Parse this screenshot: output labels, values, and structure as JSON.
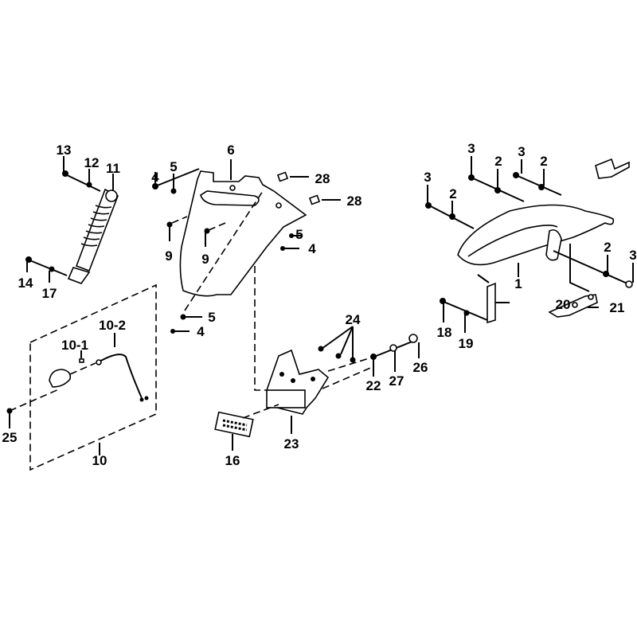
{
  "diagram": {
    "title": "Rear fender / front fender exploded parts view",
    "callouts": [
      "13",
      "12",
      "11",
      "14",
      "17",
      "6",
      "4",
      "5",
      "28",
      "28",
      "9",
      "9",
      "5",
      "4",
      "5",
      "4",
      "10-2",
      "10-1",
      "10",
      "25",
      "24",
      "22",
      "27",
      "26",
      "23",
      "16",
      "3",
      "2",
      "3",
      "2",
      "3",
      "2",
      "1",
      "20",
      "21",
      "18",
      "19",
      "2",
      "3"
    ]
  }
}
